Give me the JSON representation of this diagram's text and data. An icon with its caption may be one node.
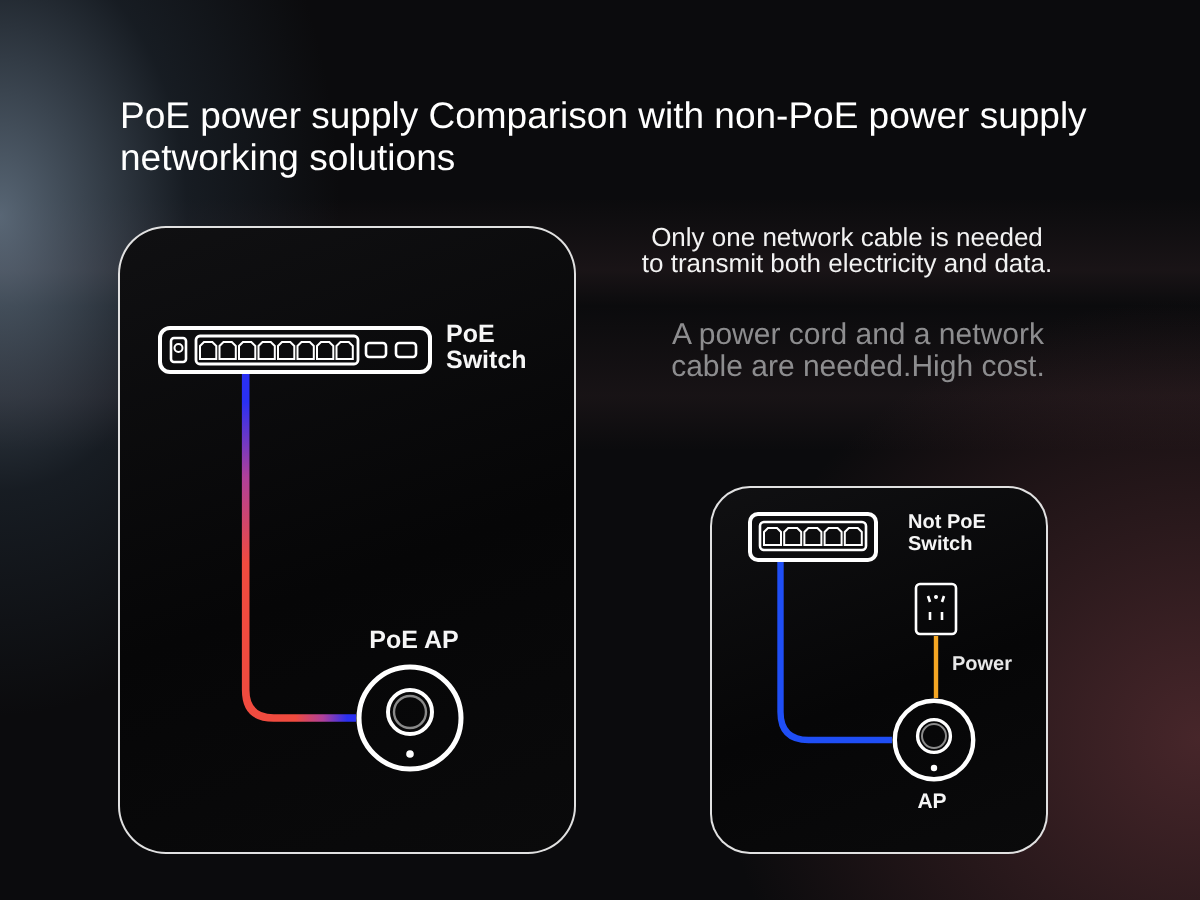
{
  "diagram": {
    "title": "PoE power supply Comparison with non-PoE power supply networking solutions",
    "nodes": [
      {
        "text": [],
        "shape": "box"
      },
      {
        "text": [],
        "shape": "picture",
        "beside": [
          "PoE Switch"
        ],
        "in": 0
      },
      {
        "text": [],
        "shape": "picture",
        "beside": [
          "PoE AP"
        ],
        "in": 0
      },
      {
        "text": [],
        "shape": "box"
      },
      {
        "text": [],
        "shape": "picture",
        "beside": [
          "Not PoE Switch"
        ],
        "in": 3
      },
      {
        "text": [],
        "shape": "picture",
        "in": 3
      },
      {
        "text": [],
        "shape": "picture",
        "beside": [
          "AP"
        ],
        "in": 3
      }
    ],
    "edges": [
      {
        "from": 1,
        "to": 2,
        "arrow": "none",
        "color": "#f04b3f"
      },
      {
        "from": 4,
        "to": 6,
        "arrow": "none",
        "color": "#1f4ef5"
      },
      {
        "from": 5,
        "to": 6,
        "arrow": "none",
        "label": "Power",
        "color": "#f5a623"
      }
    ],
    "labels": [
      "Only one network cable is needed to transmit both electricity and data.",
      "A power cord and a network cable are needed.High cost."
    ]
  }
}
